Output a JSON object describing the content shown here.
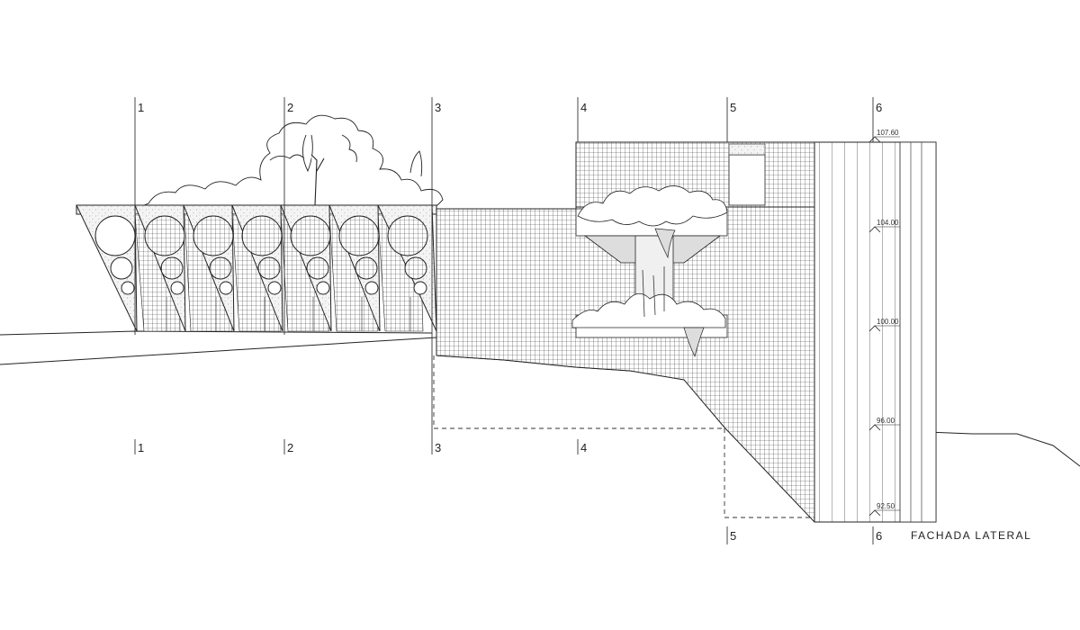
{
  "drawing": {
    "title": "FACHADA LATERAL",
    "axes_top": [
      "1",
      "2",
      "3",
      "4",
      "5",
      "6"
    ],
    "axes_bottom": [
      "1",
      "2",
      "3",
      "4",
      "5",
      "6"
    ],
    "levels": [
      "107.60",
      "104.00",
      "100.00",
      "96.00",
      "92.50"
    ]
  }
}
